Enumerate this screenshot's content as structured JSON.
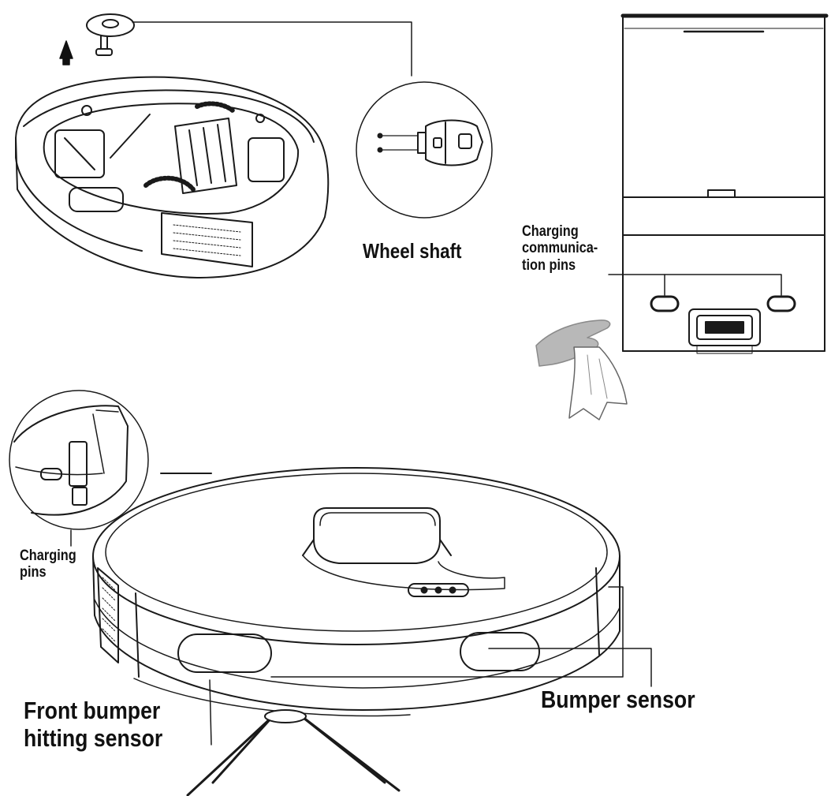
{
  "labels": {
    "wheel_shaft": "Wheel shaft",
    "charging_comm_pins": "Charging\ncommunica-\ntion pins",
    "charging_pins": "Charging\npins",
    "front_bumper": "Front bumper\nhitting sensor",
    "bumper_sensor": "Bumper sensor"
  },
  "colors": {
    "line": "#1a1a1a",
    "hand": "#b8b8b8",
    "cloth": "#ffffff",
    "background": "#ffffff"
  }
}
